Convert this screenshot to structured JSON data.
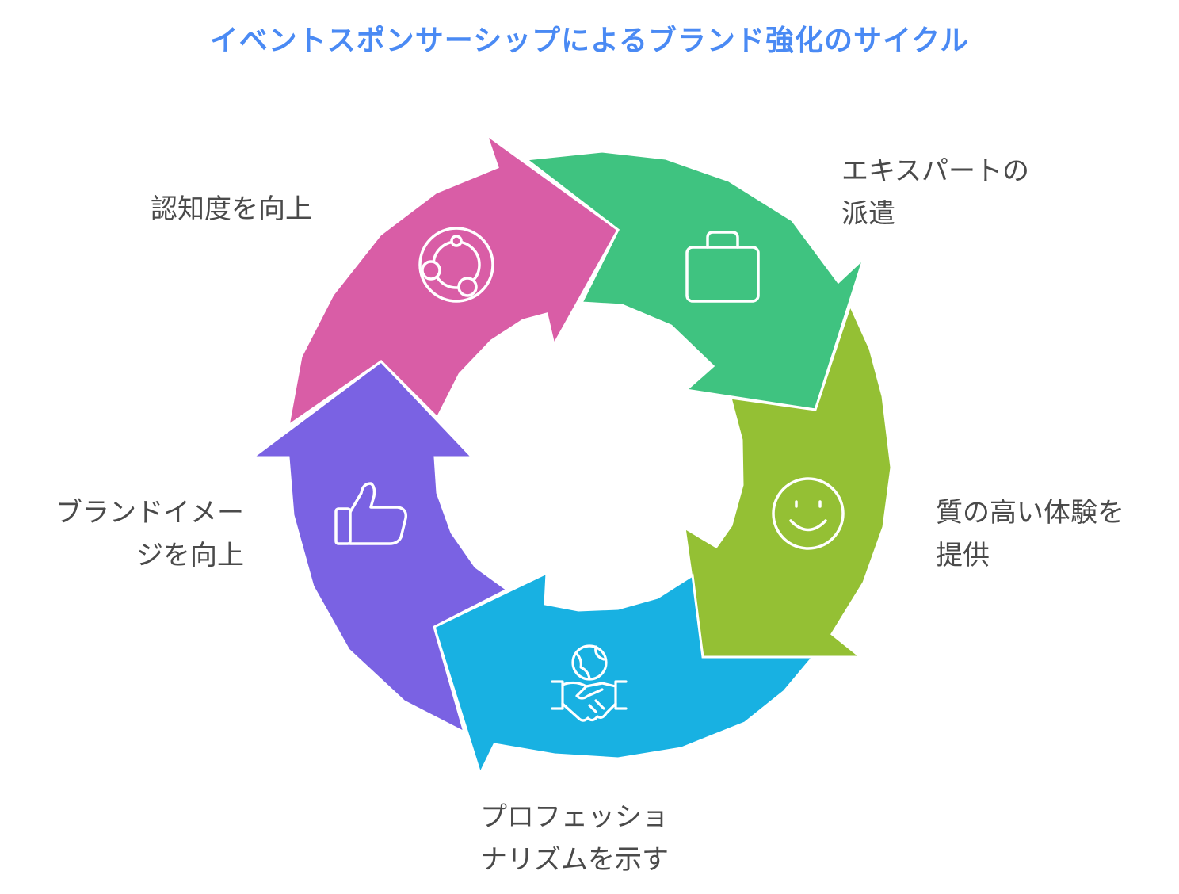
{
  "title": "イベントスポンサーシップによるブランド強化のサイクル",
  "colors": {
    "title": "#4a8af4",
    "segment_expert": "#3fc380",
    "segment_quality": "#94c034",
    "segment_professionalism": "#18b1e2",
    "segment_brand_image": "#7a62e3",
    "segment_awareness": "#d95da6",
    "icon_stroke": "#ffffff"
  },
  "steps": [
    {
      "id": "expert",
      "label_lines": [
        "エキスパートの",
        "派遣"
      ],
      "icon": "briefcase-icon"
    },
    {
      "id": "quality",
      "label_lines": [
        "質の高い体験を",
        "提供"
      ],
      "icon": "smiley-icon"
    },
    {
      "id": "professionalism",
      "label_lines": [
        "プロフェッショ",
        "ナリズムを示す"
      ],
      "icon": "handshake-globe-icon"
    },
    {
      "id": "brand_image",
      "label_lines": [
        "ブランドイメー",
        "ジを向上"
      ],
      "icon": "thumbs-up-icon"
    },
    {
      "id": "awareness",
      "label_lines": [
        "認知度を向上"
      ],
      "icon": "target-circles-icon"
    }
  ]
}
